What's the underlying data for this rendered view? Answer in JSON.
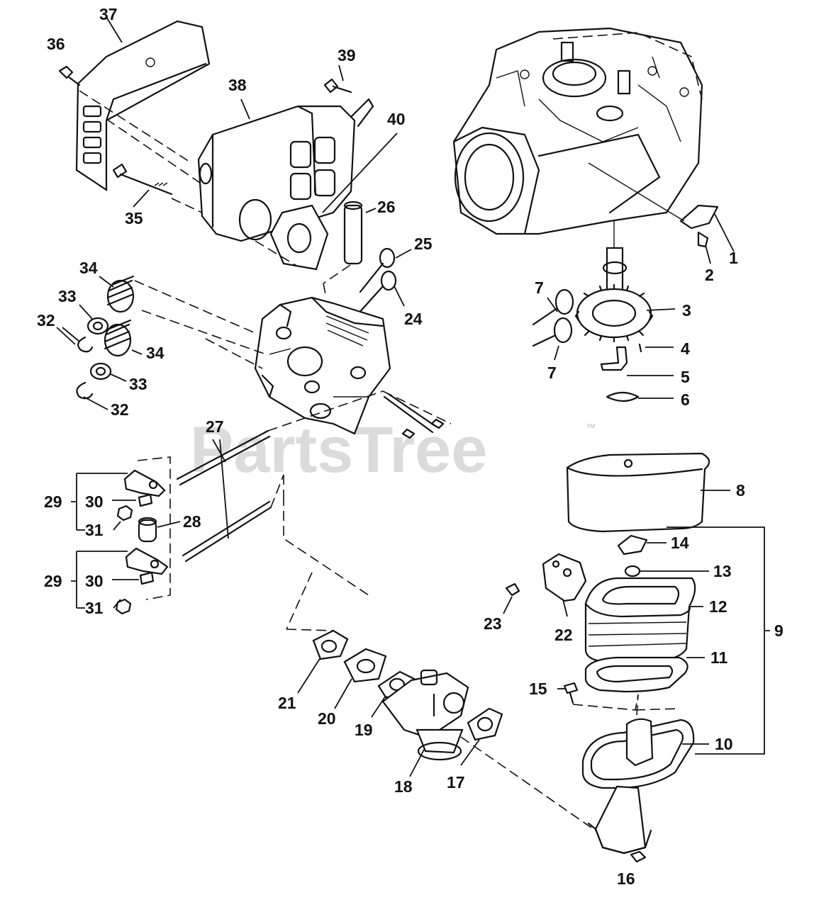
{
  "watermark": {
    "text": "PartsTree",
    "trademark": "™"
  },
  "callouts": [
    "1",
    "2",
    "3",
    "4",
    "5",
    "6",
    "7",
    "7",
    "8",
    "9",
    "10",
    "11",
    "12",
    "13",
    "14",
    "15",
    "16",
    "17",
    "18",
    "19",
    "20",
    "21",
    "22",
    "23",
    "24",
    "25",
    "26",
    "27",
    "28",
    "29",
    "30",
    "31",
    "29",
    "30",
    "31",
    "32",
    "33",
    "34",
    "32",
    "33",
    "34",
    "35",
    "36",
    "37",
    "38",
    "39",
    "40"
  ]
}
